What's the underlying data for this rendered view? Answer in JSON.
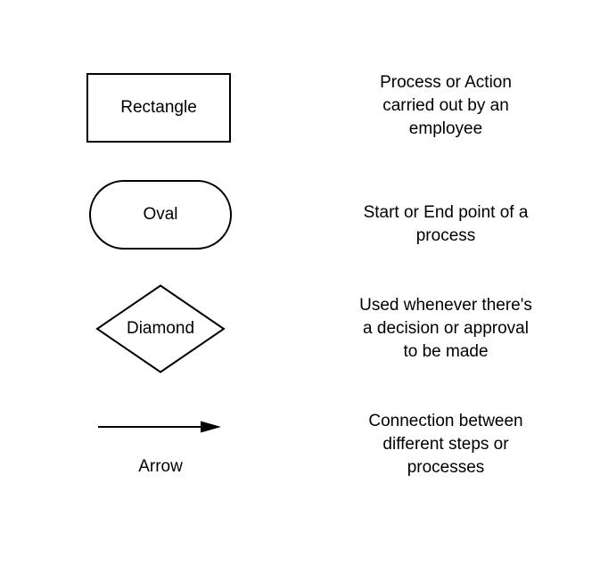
{
  "colors": {
    "background": "#ffffff",
    "shape_stroke": "#000000",
    "text": "#000000"
  },
  "legend": {
    "items": [
      {
        "shape": "rectangle",
        "label": "Rectangle",
        "description": "Process or Action carried out by an employee",
        "description_lines": [
          "Process or Action",
          "carried out by an",
          "employee"
        ]
      },
      {
        "shape": "oval",
        "label": "Oval",
        "description": "Start or End point of a process",
        "description_lines": [
          "Start or End point of a",
          "process"
        ]
      },
      {
        "shape": "diamond",
        "label": "Diamond",
        "description": "Used whenever there's a decision or approval to be made",
        "description_lines": [
          "Used whenever there's",
          "a decision or approval",
          "to be made"
        ]
      },
      {
        "shape": "arrow",
        "label": "Arrow",
        "description": "Connection between different steps or processes",
        "description_lines": [
          "Connection between",
          "different steps or",
          "processes"
        ]
      }
    ]
  }
}
